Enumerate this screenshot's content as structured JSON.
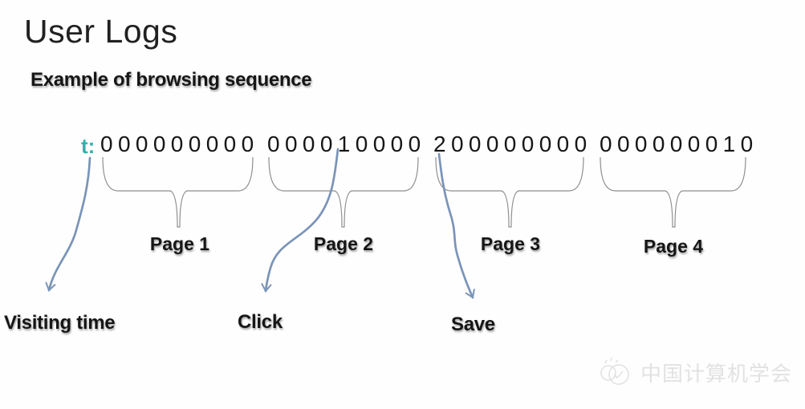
{
  "slide": {
    "title": "User Logs",
    "subtitle": "Example of browsing sequence"
  },
  "sequence": {
    "prefix": "t:",
    "groups": [
      {
        "digits": "0 0 0 0 0 0 0 0 0",
        "label": "Page 1"
      },
      {
        "digits": "0 0 0 0 1 0 0 0 0",
        "label": "Page 2"
      },
      {
        "digits": "2 0 0 0 0 0 0 0 0",
        "label": "Page 3"
      },
      {
        "digits": "0 0 0 0 0 0 0 1 0",
        "label": "Page 4"
      }
    ]
  },
  "annotations": [
    {
      "label": "Visiting time",
      "points_to": "t prefix"
    },
    {
      "label": "Click",
      "points_to": "digit 1 in Page 2 group"
    },
    {
      "label": "Save",
      "points_to": "digit 2 in Page 3 group"
    }
  ],
  "watermark": {
    "text": "中国计算机学会",
    "icon": "ccf-logo-icon"
  },
  "colors": {
    "accent_teal": "#2eb3ac",
    "arrow_blue": "#7a94b8",
    "brace_gray": "#8f8f8f",
    "text_black": "#161616",
    "watermark_gray": "#e2e2e2"
  }
}
